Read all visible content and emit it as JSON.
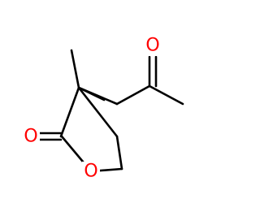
{
  "molecule": {
    "atom_labels": {
      "ring_oxygen": "O",
      "lactone_carbonyl_oxygen": "O",
      "acetyl_oxygen": "O"
    },
    "colors": {
      "bond": "#000000",
      "oxygen": "#ff0000",
      "background": "#ffffff"
    }
  }
}
